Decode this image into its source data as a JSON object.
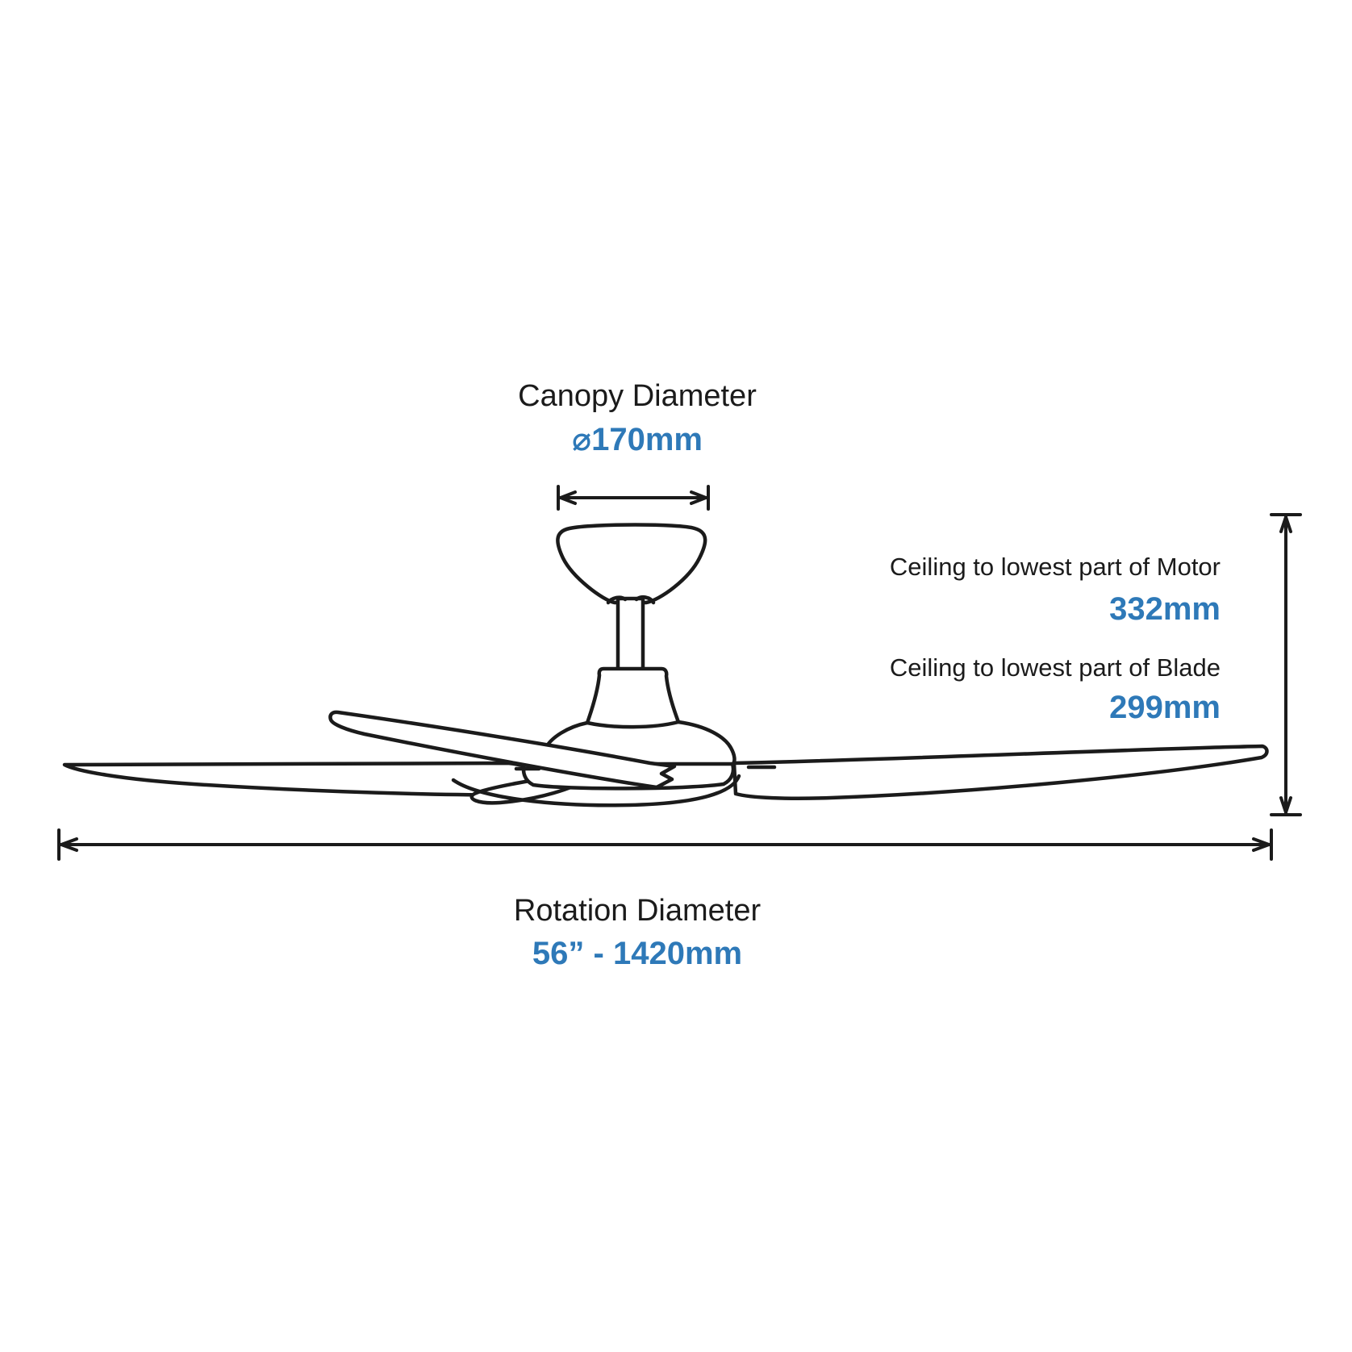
{
  "diagram": {
    "subject": "ceiling-fan-dimension-diagram",
    "canopy": {
      "label": "Canopy Diameter",
      "value": "⌀170mm"
    },
    "ceiling_to_motor": {
      "label": "Ceiling to lowest part of Motor",
      "value": "332mm"
    },
    "ceiling_to_blade": {
      "label": "Ceiling to lowest part of Blade",
      "value": "299mm"
    },
    "rotation": {
      "label": "Rotation Diameter",
      "value": "56” - 1420mm"
    }
  },
  "colors": {
    "accent_blue": "#2e79b8",
    "ink": "#1b1b1b",
    "background": "#ffffff"
  }
}
